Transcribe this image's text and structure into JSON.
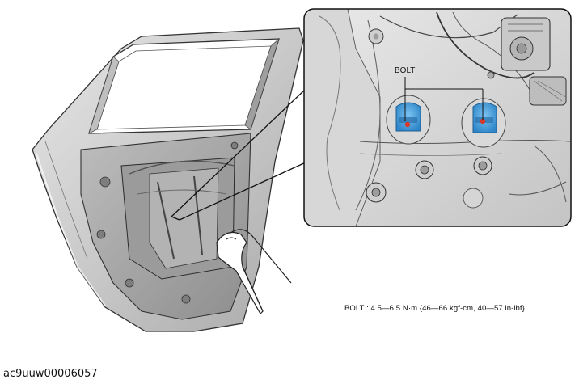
{
  "figure": {
    "callout_label": "BOLT",
    "torque_spec": "BOLT : 4.5—6.5 N·m {46—66 kgf-cm, 40—57 in-lbf}",
    "figure_code": "ac9uuw00006057"
  },
  "colors": {
    "bolt_highlight": "#4aa3df",
    "bolt_center": "#d63a2a",
    "panel_gray": "#cfcfcf",
    "outline": "#222222"
  },
  "icons": [
    "door-panel-illustration",
    "hand-illustration",
    "detail-zoom-callout",
    "bolt-marker"
  ]
}
